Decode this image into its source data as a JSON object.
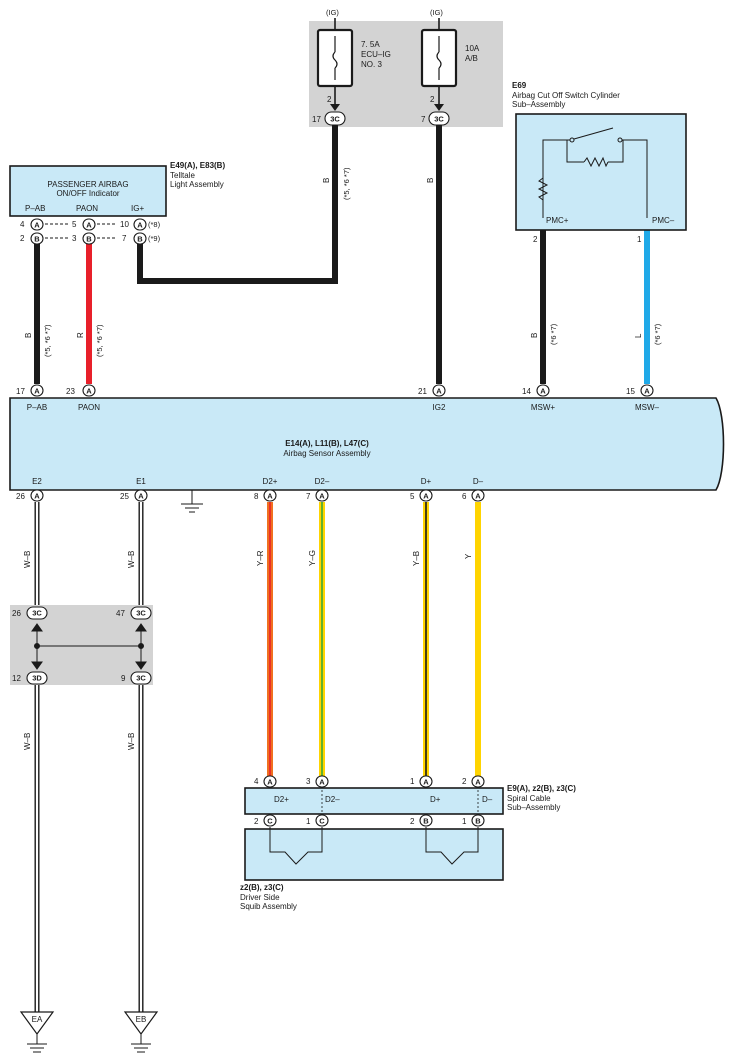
{
  "sources": {
    "ig_label": "(IG)",
    "fuse1": {
      "label1": "7. 5A",
      "label2": "ECU–IG",
      "label3": "NO. 3",
      "pin": "2",
      "conn_pin": "17",
      "conn": "3C"
    },
    "fuse2": {
      "label1": "10A",
      "label2": "A/B",
      "pin": "2",
      "conn_pin": "7",
      "conn": "3C"
    }
  },
  "e69": {
    "code": "E69",
    "name1": "Airbag Cut Off Switch Cylinder",
    "name2": "Sub–Assembly",
    "pin_left_label": "PMC+",
    "pin_right_label": "PMC–",
    "pin_left": "2",
    "pin_right": "1"
  },
  "indicator": {
    "title1": "PASSENGER AIRBAG",
    "title2": "ON/OFF Indicator",
    "code": "E49(A), E83(B)",
    "name1": "Telltale",
    "name2": "Light Assembly",
    "terminals": [
      "P–AB",
      "PAON",
      "IG+"
    ],
    "rowA": {
      "p1": "4",
      "p2": "5",
      "p3": "10",
      "note": "(*8)"
    },
    "rowB": {
      "p1": "2",
      "p2": "3",
      "p3": "7",
      "note": "(*9)"
    }
  },
  "wires": {
    "pab": {
      "color": "B",
      "note": "(*5, *6 *7)"
    },
    "paon": {
      "color": "R",
      "note": "(*5, *6 *7)"
    },
    "igplus": {
      "color": "B",
      "note": "(*5, *6 *7)"
    },
    "ig2": {
      "color": "B"
    },
    "mswp": {
      "color": "B",
      "note": "(*6 *7)"
    },
    "mswm": {
      "color": "L",
      "note": "(*6 *7)"
    },
    "d2p": {
      "color": "Y–R"
    },
    "d2m": {
      "color": "Y–G"
    },
    "dp": {
      "color": "Y–B"
    },
    "dm": {
      "color": "Y"
    },
    "e2a": {
      "color": "W–B"
    },
    "e1a": {
      "color": "W–B"
    },
    "e2b": {
      "color": "W–B"
    },
    "e1b": {
      "color": "W–B"
    }
  },
  "sensor": {
    "code": "E14(A), L11(B), L47(C)",
    "name": "Airbag Sensor Assembly",
    "top_pins": [
      {
        "num": "17",
        "conn": "A",
        "label": "P–AB"
      },
      {
        "num": "23",
        "conn": "A",
        "label": "PAON"
      },
      {
        "num": "21",
        "conn": "A",
        "label": "IG2"
      },
      {
        "num": "14",
        "conn": "A",
        "label": "MSW+"
      },
      {
        "num": "15",
        "conn": "A",
        "label": "MSW–"
      }
    ],
    "bottom_pins": [
      {
        "num": "26",
        "conn": "A",
        "label": "E2"
      },
      {
        "num": "25",
        "conn": "A",
        "label": "E1"
      },
      {
        "num": "8",
        "conn": "A",
        "label": "D2+"
      },
      {
        "num": "7",
        "conn": "A",
        "label": "D2–"
      },
      {
        "num": "5",
        "conn": "A",
        "label": "D+"
      },
      {
        "num": "6",
        "conn": "A",
        "label": "D–"
      }
    ]
  },
  "junction": {
    "top_left": {
      "num": "26",
      "conn": "3C"
    },
    "top_right": {
      "num": "47",
      "conn": "3C"
    },
    "bottom_left": {
      "num": "12",
      "conn": "3D"
    },
    "bottom_right": {
      "num": "9",
      "conn": "3C"
    }
  },
  "spiral": {
    "code": "E9(A), z2(B), z3(C)",
    "name1": "Spiral Cable",
    "name2": "Sub–Assembly",
    "top_pins": [
      {
        "num": "4",
        "conn": "A",
        "label": "D2+"
      },
      {
        "num": "3",
        "conn": "A",
        "label": "D2–"
      },
      {
        "num": "1",
        "conn": "A",
        "label": "D+"
      },
      {
        "num": "2",
        "conn": "A",
        "label": "D–"
      }
    ],
    "bottom_pins": [
      {
        "num": "2",
        "conn": "C"
      },
      {
        "num": "1",
        "conn": "C"
      },
      {
        "num": "2",
        "conn": "B"
      },
      {
        "num": "1",
        "conn": "B"
      }
    ]
  },
  "squib": {
    "code": "z2(B), z3(C)",
    "name1": "Driver Side",
    "name2": "Squib Assembly"
  },
  "grounds": {
    "left": "EA",
    "right": "EB"
  },
  "colors": {
    "box_fill": "#c9e9f7",
    "splice_fill": "#d3d3d3",
    "black_wire": "#1a1a1a",
    "red_wire": "#e8202a",
    "blue_wire": "#1fa9e8",
    "yellow_wire": "#ffd400",
    "orange_wire": "#f07020",
    "green_wire": "#3aa83a"
  },
  "icons": [
    "fuse-icon",
    "ground-icon",
    "switch-icon",
    "resistor-icon",
    "squib-icon"
  ]
}
